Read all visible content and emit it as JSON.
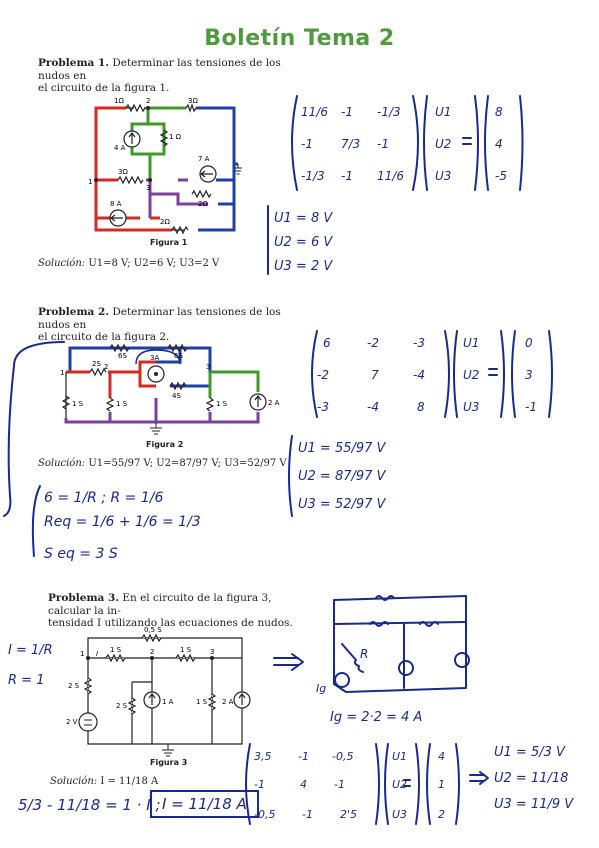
{
  "title": "Boletín Tema 2",
  "problems": [
    {
      "label": "Problema 1.",
      "statement_line1": "Determinar las tensiones de los nudos en",
      "statement_line2": "el circuito de la figura 1.",
      "figure_caption": "Figura 1",
      "solution_label": "Solución:",
      "solution_text": "U1=8 V; U2=6 V; U3=2 V",
      "circuit_labels": [
        "1Ω",
        "2",
        "3Ω",
        "4 A",
        "1 Ω",
        "7 A",
        "3Ω",
        "1",
        "3",
        "2Ω",
        "8 A",
        "2Ω"
      ],
      "handwritten": {
        "matrix": [
          [
            "11/6",
            "-1",
            "-1/3"
          ],
          [
            "-1",
            "7/3",
            "-1"
          ],
          [
            "-1/3",
            "-1",
            "11/6"
          ]
        ],
        "unknowns": [
          "U1",
          "U2",
          "U3"
        ],
        "rhs": [
          "8",
          "4",
          "-5"
        ],
        "results": [
          "U1 = 8 V",
          "U2 = 6 V",
          "U3 = 2 V"
        ]
      }
    },
    {
      "label": "Problema 2.",
      "statement_line1": "Determinar las tensiones de los nudos en",
      "statement_line2": "el circuito de la figura 2.",
      "figure_caption": "Figura 2",
      "solution_label": "Solución:",
      "solution_text": "U1=55/97 V; U2=87/97 V; U3=52/97 V",
      "circuit_labels": [
        "6S",
        "6S",
        "2S",
        "3A",
        "1",
        "2",
        "3",
        "1 S",
        "1 S",
        "4S",
        "1 S",
        "2 A"
      ],
      "handwritten": {
        "matrix": [
          [
            "6",
            "-2",
            "-3"
          ],
          [
            "-2",
            "7",
            "-4"
          ],
          [
            "-3",
            "-4",
            "8"
          ]
        ],
        "unknowns": [
          "U1",
          "U2",
          "U3"
        ],
        "rhs": [
          "0",
          "3",
          "-1"
        ],
        "results": [
          "U1 = 55/97 V",
          "U2 = 87/97 V",
          "U3 = 52/97 V"
        ],
        "notes": [
          "6 = 1/R ;  R = 1/6",
          "Req = 1/6 + 1/6 = 1/3",
          "S eq = 3 S"
        ]
      }
    },
    {
      "label": "Problema 3.",
      "statement_line1": "En el circuito de la figura 3, calcular la in-",
      "statement_line2": "tensidad I utilizando las ecuaciones de nudos.",
      "figure_caption": "Figura 3",
      "solution_label": "Solución:",
      "solution_text": "I = 11/18 A",
      "circuit_labels": [
        "0,5 S",
        "1",
        "I",
        "1 S",
        "2",
        "1 S",
        "3",
        "2 S",
        "2 S",
        "1 A",
        "1 S",
        "2 A",
        "2 V"
      ],
      "handwritten": {
        "side_notes": [
          "I = 1/R",
          "R = 1"
        ],
        "sketch_labels": [
          "R",
          "Ig"
        ],
        "ig_equation": "Ig = 2·2 = 4 A",
        "matrix": [
          [
            "3,5",
            "-1",
            "-0,5"
          ],
          [
            "-1",
            "4",
            "-1"
          ],
          [
            "-0,5",
            "-1",
            "2'5"
          ]
        ],
        "unknowns": [
          "U1",
          "U2",
          "U3"
        ],
        "rhs": [
          "4",
          "1",
          "2"
        ],
        "results": [
          "U1 = 5/3 V",
          "U2 = 11/18",
          "U3 = 11/9 V"
        ],
        "final": "5/3 - 11/18 = 1 · I ;",
        "boxed": "I = 11/18 A"
      }
    }
  ]
}
